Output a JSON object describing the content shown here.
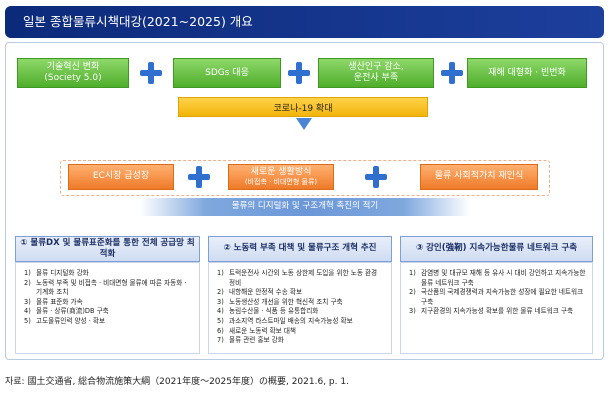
{
  "title": "일본 종합물류시책대강(2021~2025) 개요",
  "top_boxes": [
    {
      "line1": "기술혁신 변화",
      "line2": "(Society 5.0)"
    },
    {
      "line1": "SDGs 대응",
      "line2": ""
    },
    {
      "line1": "생산인구 감소,",
      "line2": "운전사 부족"
    },
    {
      "line1": "재해 대형화 · 빈번화",
      "line2": ""
    }
  ],
  "corona_label": "코로나-19 확대",
  "mid_boxes": [
    {
      "line1": "EC시장 급성장",
      "line2": ""
    },
    {
      "line1": "새로운 생활방식",
      "line2": "(비접촉 · 비대면형 물류)"
    },
    {
      "line1": "물류 사회적가치 재인식",
      "line2": ""
    }
  ],
  "banner": "물류의 디지털화 및 구조개혁 촉진의 적기",
  "columns": [
    {
      "heading": "① 물류DX 및 물류표준화를 통한 전체 공급망 최적화",
      "items": [
        {
          "n": "1)",
          "t": "물류 디지털화 강화"
        },
        {
          "n": "2)",
          "t": "노동력 부족 및 비접촉 · 비대면형 물류에 따른 자동화 · 기계화 조치"
        },
        {
          "n": "3)",
          "t": "물류 표준화 가속"
        },
        {
          "n": "4)",
          "t": "물류 · 상류(商流)DB 구축"
        },
        {
          "n": "5)",
          "t": "고도물류인력 양성 · 확보"
        }
      ]
    },
    {
      "heading": "② 노동력 부족 대책 및 물류구조 개혁 추진",
      "items": [
        {
          "n": "1)",
          "t": "트럭운전사 시간외 노동 상한제 도입을 위한 노동 환경 정비"
        },
        {
          "n": "2)",
          "t": "내항해운 안정적 수송 확보"
        },
        {
          "n": "3)",
          "t": "노동생산성 개선을 위한 혁신적 조치 구축"
        },
        {
          "n": "4)",
          "t": "농림수산물 · 식품 등 유통합리화"
        },
        {
          "n": "5)",
          "t": "과소지역 라스트마일 배송의 지속가능성 확보"
        },
        {
          "n": "6)",
          "t": "새로운 노동력 확보 대책"
        },
        {
          "n": "7)",
          "t": "물류 관련 홍보 강화"
        }
      ]
    },
    {
      "heading": "③ 강인(強靭) 지속가능한물류 네트워크 구축",
      "items": [
        {
          "n": "1)",
          "t": "감염병 및 대규모 재해 등 유사 시 대비 강인하고 지속가능한물류 네트워크 구축"
        },
        {
          "n": "2)",
          "t": "국산품의 국제경쟁력과 지속가능한 성장에 필요한 네트워크 구축"
        },
        {
          "n": "3)",
          "t": "지구환경의 지속가능성 확보를 위한 물류 네트워크 구축"
        }
      ]
    }
  ],
  "source": "자료: 國土交通省, 総合物流施策大綱（2021年度～2025年度）の概要, 2021.6, p. 1.",
  "colors": {
    "title_bg": "#0c2a7a",
    "green": "#4fae2c",
    "yellow": "#f2b40c",
    "orange": "#ee7a28",
    "plus": "#2f6fd0"
  }
}
